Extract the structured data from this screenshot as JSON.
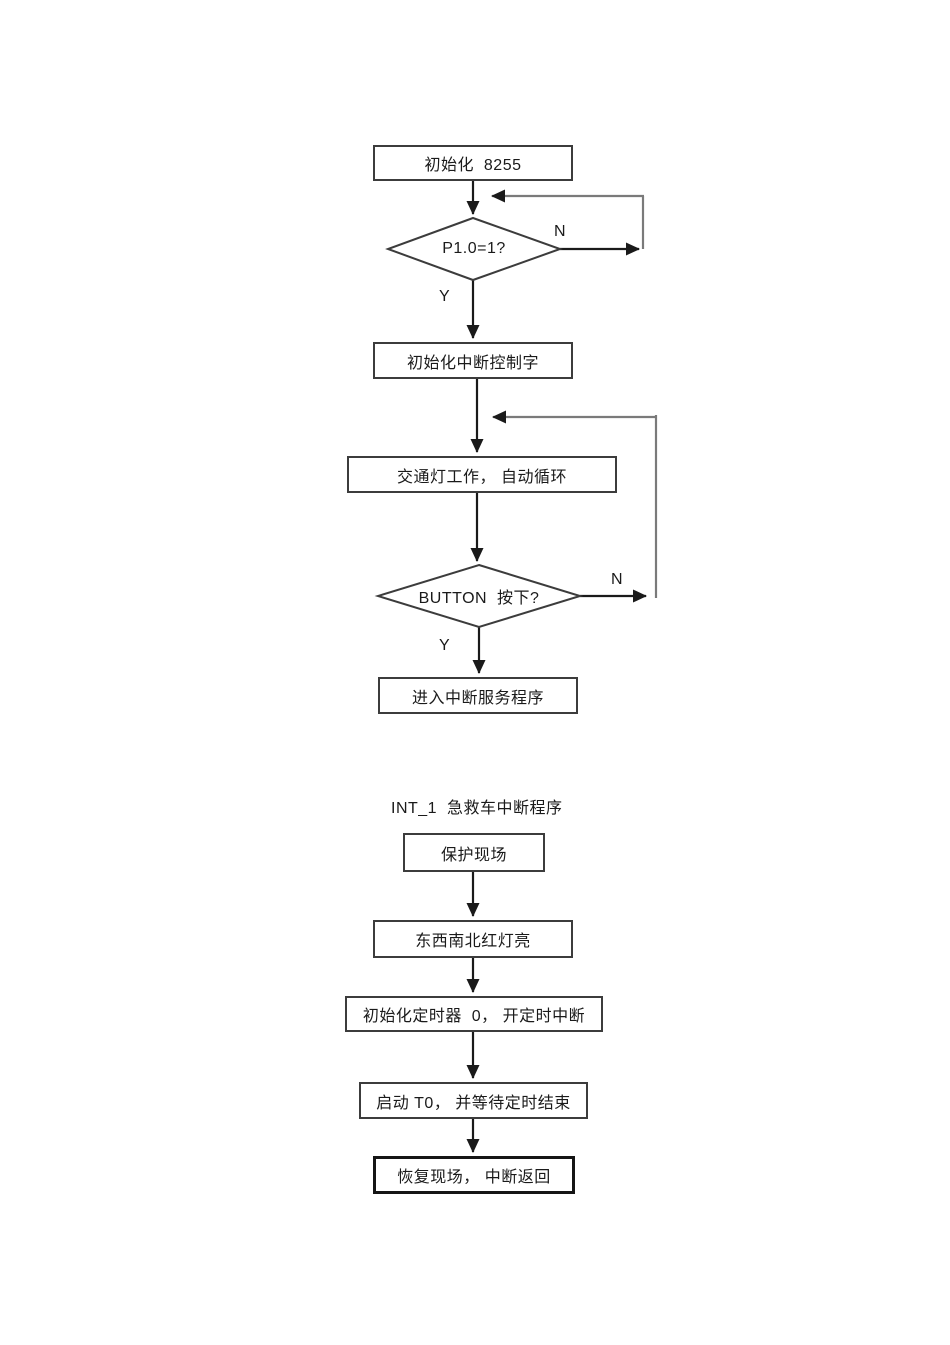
{
  "flowchart": {
    "colors": {
      "background": "#ffffff",
      "flow_line": "#1a1a1a",
      "loop_line": "#7a7a7a",
      "box_border": "#3c3c3c",
      "text": "#1a1a1a"
    },
    "section2_title": "INT_1  急救车中断程序",
    "nodes": {
      "init_8255": "初始化  8255",
      "check_p10": "P1.0=1?",
      "init_int_ctrl": "初始化中断控制字",
      "traffic_auto": "交通灯工作， 自动循环",
      "check_button": "BUTTON  按下?",
      "enter_isr": "进入中断服务程序",
      "save_context": "保护现场",
      "all_red_on": "东西南北红灯亮",
      "init_timer0": "初始化定时器  0， 开定时中断",
      "start_t0": "启动 T0， 并等待定时结束",
      "restore_return": "恢复现场， 中断返回"
    },
    "branches": {
      "p10_no": "N",
      "p10_yes": "Y",
      "button_no": "N",
      "button_yes": "Y"
    }
  }
}
